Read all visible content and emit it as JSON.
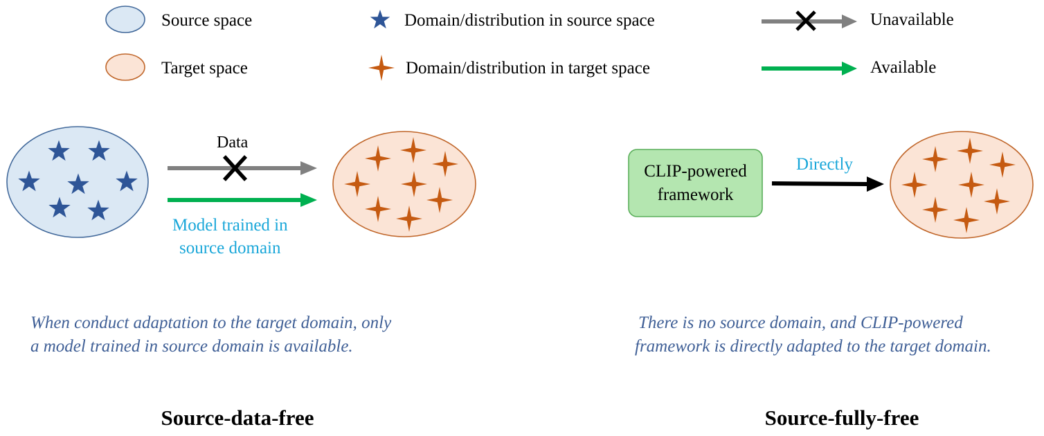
{
  "colors": {
    "source_fill": "#dbe8f4",
    "source_stroke": "#41689a",
    "source_star": "#2e5597",
    "target_fill": "#fbe4d6",
    "target_stroke": "#c0662a",
    "target_star": "#c55a11",
    "unavailable_arrow": "#808080",
    "available_arrow": "#00b050",
    "direct_arrow": "#000000",
    "label_blue": "#1aa7d9",
    "caption_blue": "#3f5f96",
    "clip_box_fill": "#b4e6b0",
    "clip_box_stroke": "#5aae5a"
  },
  "legend": {
    "source_space": "Source space",
    "target_space": "Target space",
    "source_domain": "Domain/distribution in source space",
    "target_domain": "Domain/distribution in target space",
    "unavailable": "Unavailable",
    "available": "Available"
  },
  "left_panel": {
    "data_label": "Data",
    "model_label_line1": "Model trained in",
    "model_label_line2": "source domain",
    "caption_line1": "When conduct adaptation to the target domain, only",
    "caption_line2": "a model trained in source domain is available.",
    "title": "Source-data-free"
  },
  "right_panel": {
    "box_line1": "CLIP-powered",
    "box_line2": "framework",
    "directly_label": "Directly",
    "caption_line1": "There is no source domain, and CLIP-powered",
    "caption_line2": "framework is directly adapted to the target domain.",
    "title": "Source-fully-free"
  }
}
